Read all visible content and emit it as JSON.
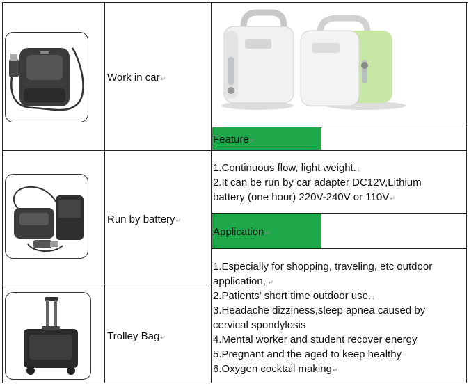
{
  "rows": [
    {
      "label": "Work in car",
      "image_icon": "car-adapter-icon"
    },
    {
      "label": "Run by battery",
      "image_icon": "battery-pack-icon"
    },
    {
      "label": "Trolley Bag",
      "image_icon": "trolley-bag-icon"
    }
  ],
  "product_image_icon": "oxygen-concentrator-icon",
  "feature": {
    "header": "Feature",
    "lines": [
      "1.Continuous flow, light weight.",
      "2.It can be run by car adapter DC12V,Lithium",
      "battery (one hour) 220V-240V or 110V"
    ]
  },
  "application": {
    "header": "Application",
    "lines": [
      "1.Especially for shopping, traveling, etc outdoor",
      "application,",
      "2.Patients' short time outdoor use.",
      "3.Headache dizziness,sleep apnea caused by",
      "cervical spondylosis",
      "4.Mental worker and student recover energy",
      "5.Pregnant and the aged to keep healthy",
      "6.Oxygen cocktail making"
    ]
  },
  "colors": {
    "header_green": "#1fa84a",
    "border": "#222222"
  }
}
